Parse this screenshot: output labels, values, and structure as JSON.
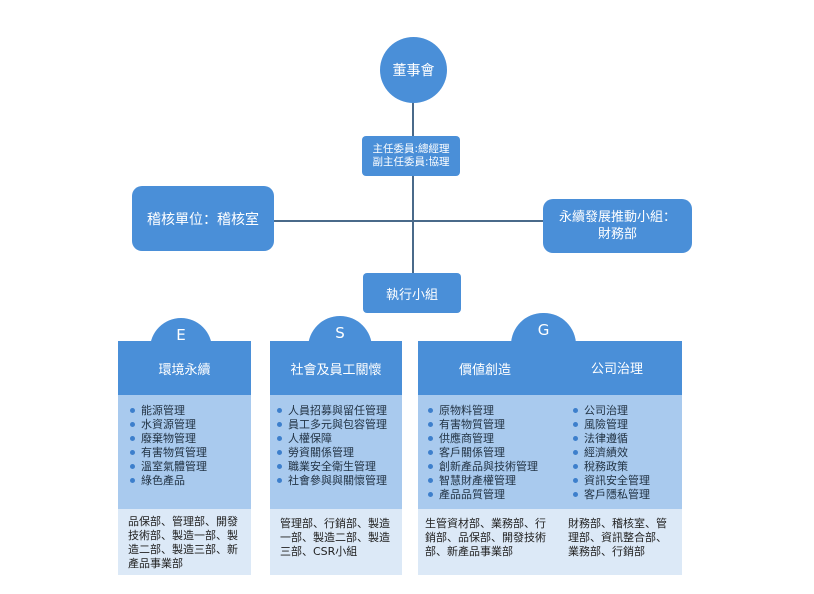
{
  "board": "董事會",
  "committee": {
    "line1": "主任委員:總經理",
    "line2": "副主任委員:協理"
  },
  "audit": "稽核單位：稽核室",
  "promotion": {
    "line1": "永續發展推動小組：",
    "line2": "財務部"
  },
  "exec": "執行小組",
  "pillars": [
    {
      "letter": "E"
    },
    {
      "letter": "S"
    },
    {
      "letter": "G"
    }
  ],
  "columns": [
    {
      "title": "環境永續",
      "items": [
        "能源管理",
        "水資源管理",
        "廢棄物管理",
        "有害物質管理",
        "溫室氣體管理",
        "綠色產品"
      ],
      "depts": "品保部、管理部、開發技術部、製造一部、製造二部、製造三部、新產品事業部"
    },
    {
      "title": "社會及員工關懷",
      "items": [
        "人員招募與留任管理",
        "員工多元與包容管理",
        "人權保障",
        "勞資關係管理",
        "職業安全衛生管理",
        "社會參與與關懷管理"
      ],
      "depts": "管理部、行銷部、製造一部、製造二部、製造三部、CSR小組"
    },
    {
      "title": "價値創造",
      "items": [
        "原物料管理",
        "有害物質管理",
        "供應商管理",
        "客戶關係管理",
        "創新產品與技術管理",
        "智慧財產權管理",
        "產品品質管理"
      ],
      "depts": "生管資材部、業務部、行銷部、品保部、開發技術部、新產品事業部"
    },
    {
      "title": "公司治理",
      "items": [
        "公司治理",
        "風險管理",
        "法律遵循",
        "經濟績效",
        "稅務政策",
        "資訊安全管理",
        "客戶隱私管理"
      ],
      "depts": "財務部、稽核室、管理部、資訊整合部、業務部、行銷部"
    }
  ],
  "colors": {
    "primary": "#4a8fd8",
    "light": "#a9caee",
    "pale": "#dce9f7",
    "line": "#4a6a8a"
  }
}
